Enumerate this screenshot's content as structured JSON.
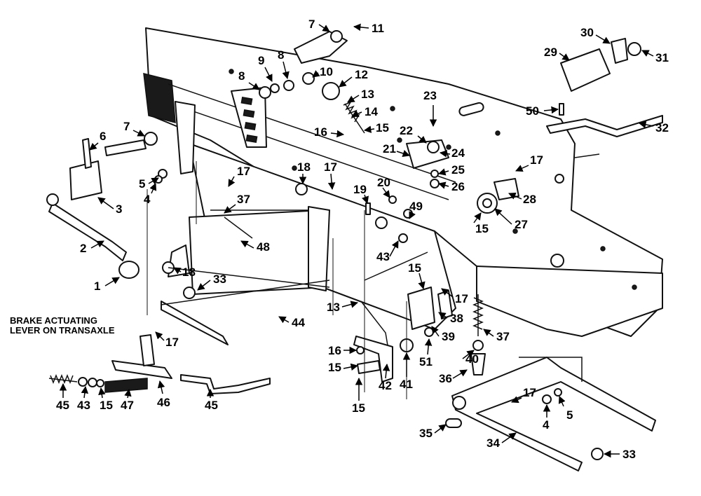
{
  "note": {
    "line1": "BRAKE ACTUATING",
    "line2": "LEVER ON TRANSAXLE"
  },
  "callouts": [
    "7",
    "11",
    "30",
    "29",
    "31",
    "9",
    "8",
    "8",
    "10",
    "12",
    "13",
    "14",
    "23",
    "16",
    "15",
    "22",
    "50",
    "32",
    "6",
    "7",
    "21",
    "24",
    "17",
    "25",
    "26",
    "28",
    "5",
    "4",
    "3",
    "17",
    "18",
    "17",
    "19",
    "20",
    "49",
    "37",
    "27",
    "15",
    "2",
    "48",
    "43",
    "1",
    "18",
    "33",
    "15",
    "17",
    "13",
    "38",
    "39",
    "37",
    "44",
    "16",
    "40",
    "17",
    "15",
    "51",
    "41",
    "42",
    "36",
    "45",
    "43",
    "15",
    "47",
    "46",
    "45",
    "15",
    "17",
    "5",
    "4",
    "35",
    "34",
    "33"
  ],
  "colors": {
    "ink": "#111111",
    "paper": "#ffffff"
  }
}
